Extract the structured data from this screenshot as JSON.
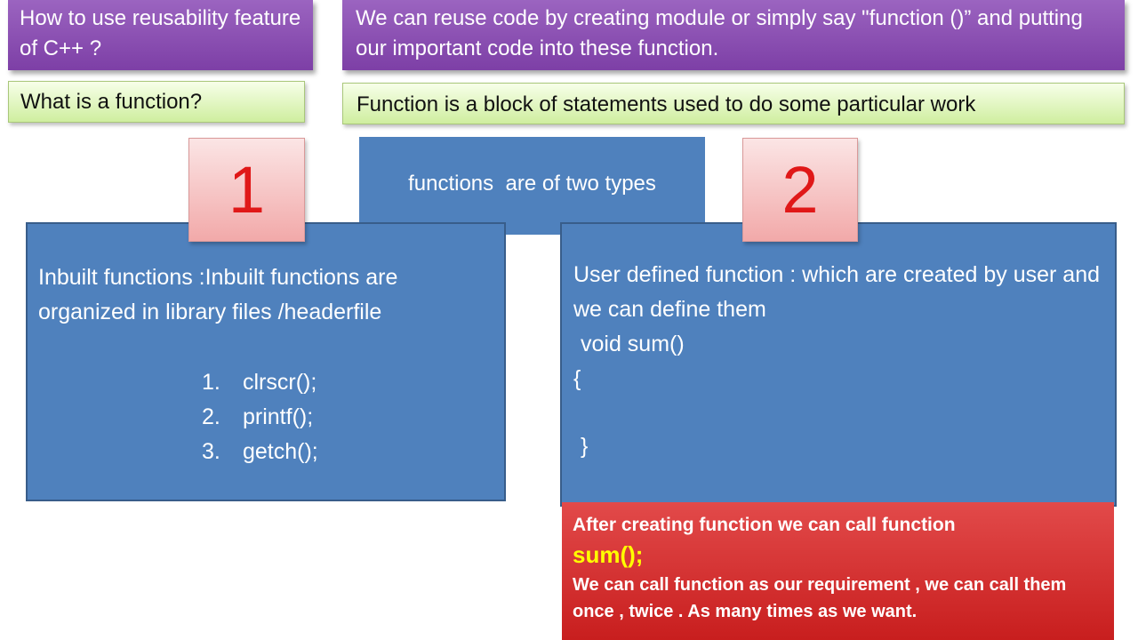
{
  "question1": "How to use reusability feature of C++ ?",
  "answer1": "We can reuse code by creating module or simply say \"function ()” and putting our important code into these function.",
  "question2": "What is a function?",
  "answer2": "Function is a block of statements used to do some particular work",
  "types_title": "functions  are of two types",
  "badge1": "1",
  "badge2": "2",
  "inbuilt": {
    "description": "Inbuilt functions  :Inbuilt functions are organized in library files /headerfile",
    "items": [
      {
        "num": "1.",
        "code": "clrscr();"
      },
      {
        "num": "2.",
        "code": "printf();"
      },
      {
        "num": "3.",
        "code": "getch();"
      }
    ]
  },
  "user_defined": {
    "description": "User defined function : which are created by user and we can define them",
    "signature": "void sum()",
    "open_brace": "{",
    "close_brace": "}"
  },
  "call_note": {
    "line1": "After creating function we can call function",
    "call": "sum();",
    "line2": "We can call function as our requirement , we can call them once , twice . As many times as we want."
  },
  "colors": {
    "purple": "#8a4fb4",
    "green": "#d9f2b0",
    "blue": "#4f81bd",
    "pink": "#f5b5b5",
    "red": "#d42a2a",
    "yellow": "#ffff00"
  }
}
